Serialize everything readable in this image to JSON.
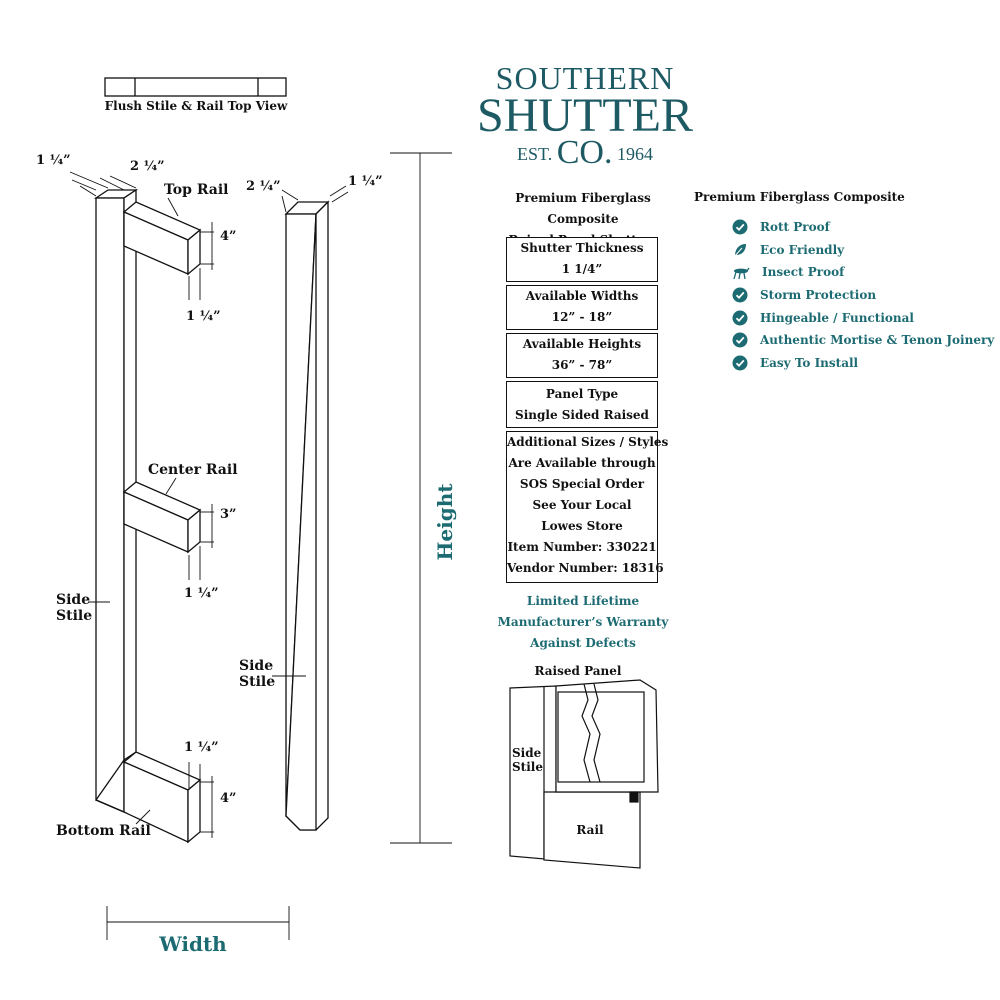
{
  "brand": {
    "line1": "SOUTHERN",
    "line2": "SHUTTER",
    "est": "EST.",
    "co": "CO.",
    "year": "1964",
    "color": "#1d5a63"
  },
  "diagram": {
    "top_view_label": "Flush Stile & Rail Top View",
    "top_rail": "Top Rail",
    "center_rail": "Center Rail",
    "bottom_rail": "Bottom Rail",
    "side_stile_1a": "Side",
    "side_stile_1b": "Stile",
    "side_stile_2a": "Side",
    "side_stile_2b": "Stile",
    "dim_stile_thick": "1 ¼”",
    "dim_stile_width": "2 ¼”",
    "dim_top_rail_h": "4”",
    "dim_top_rail_d": "1 ¼”",
    "dim_center_rail_h": "3”",
    "dim_center_rail_d": "1 ¼”",
    "dim_bottom_rail_d": "1 ¼”",
    "dim_bottom_rail_h": "4”",
    "dim_side_w": "2 ¼”",
    "dim_side_d": "1 ¼”",
    "height_label": "Height",
    "width_label": "Width",
    "accent_color": "#1d6b72"
  },
  "specs": {
    "header1": "Premium Fiberglass Composite",
    "header2": "Raised Panel Shutters",
    "boxes": [
      {
        "lines": [
          "Shutter Thickness",
          "1 1/4”"
        ]
      },
      {
        "lines": [
          "Available Widths",
          "12” - 18”"
        ]
      },
      {
        "lines": [
          "Available Heights",
          "36” - 78”"
        ]
      },
      {
        "lines": [
          "Panel Type",
          "Single Sided Raised"
        ]
      },
      {
        "lines": [
          "Additional Sizes / Styles",
          "Are Available through",
          "SOS Special Order",
          "See Your Local",
          "Lowes Store",
          "Item Number: 330221",
          "Vendor Number: 18316"
        ]
      }
    ],
    "warranty": [
      "Limited Lifetime",
      "Manufacturer’s Warranty",
      "Against Defects"
    ]
  },
  "features": {
    "title": "Premium Fiberglass Composite",
    "items": [
      {
        "label": "Rott Proof",
        "icon": "check-badge-icon"
      },
      {
        "label": "Eco Friendly",
        "icon": "leaf-icon"
      },
      {
        "label": "Insect Proof",
        "icon": "insect-icon"
      },
      {
        "label": "Storm Protection",
        "icon": "check-badge-icon"
      },
      {
        "label": "Hingeable / Functional",
        "icon": "check-badge-icon"
      },
      {
        "label": "Authentic Mortise & Tenon Joinery",
        "icon": "check-badge-icon"
      },
      {
        "label": "Easy To Install",
        "icon": "check-badge-icon"
      }
    ]
  },
  "panel_detail": {
    "title": "Raised Panel",
    "side_a": "Side",
    "side_b": "Stile",
    "rail": "Rail"
  }
}
